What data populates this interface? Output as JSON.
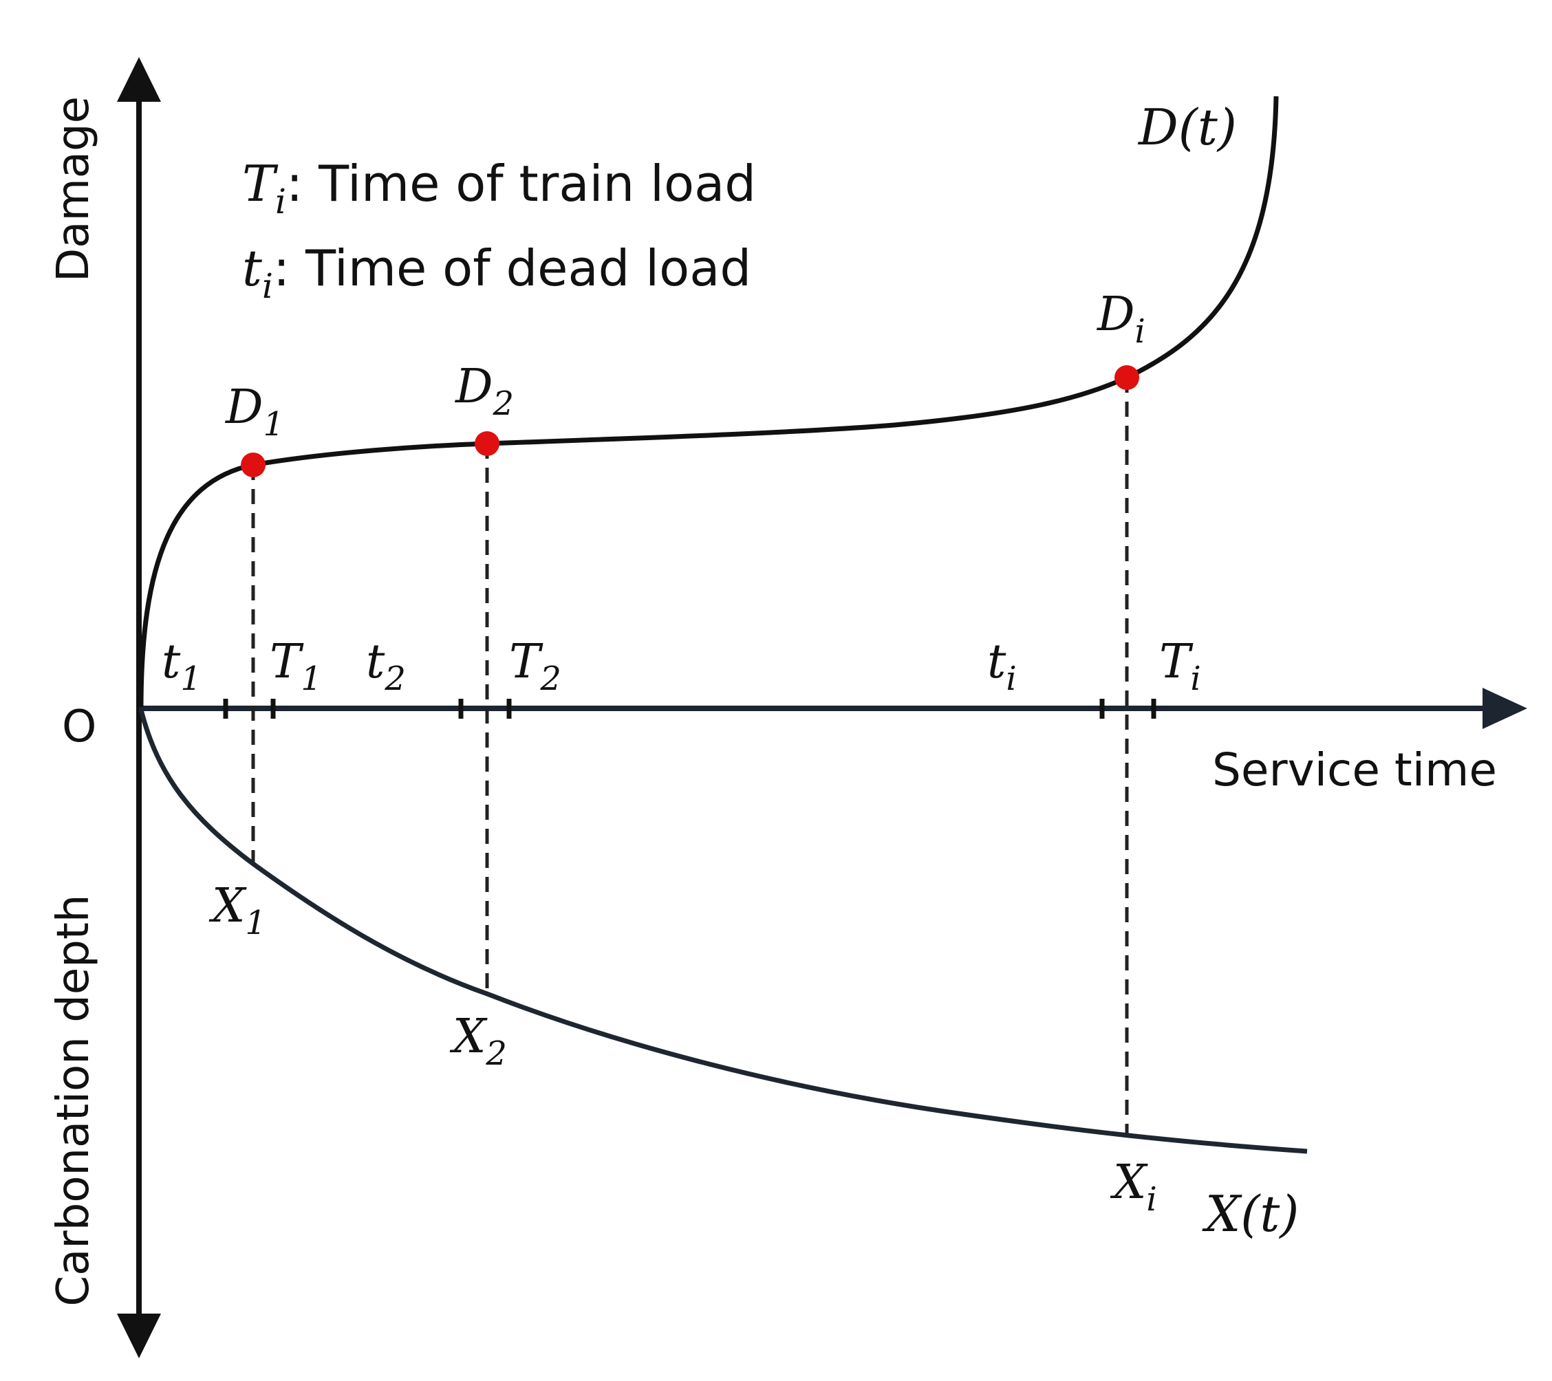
{
  "axes": {
    "origin_label": "O",
    "y_up_label": "Damage",
    "y_down_label": "Carbonation depth",
    "x_label": "Service time"
  },
  "legend": {
    "train": {
      "symbol": "T",
      "sub": "i",
      "text": ": Time of train load"
    },
    "dead": {
      "symbol": "t",
      "sub": "i",
      "text": ": Time of dead load"
    }
  },
  "curves": {
    "damage": {
      "name": "D",
      "arg": "(t)"
    },
    "carbonation": {
      "name": "X",
      "arg": "(t)"
    }
  },
  "damage_points": [
    {
      "symbol": "D",
      "sub": "1"
    },
    {
      "symbol": "D",
      "sub": "2"
    },
    {
      "symbol": "D",
      "sub": "i"
    }
  ],
  "depth_points": [
    {
      "symbol": "X",
      "sub": "1"
    },
    {
      "symbol": "X",
      "sub": "2"
    },
    {
      "symbol": "X",
      "sub": "i"
    }
  ],
  "time_marks": [
    {
      "dead": {
        "symbol": "t",
        "sub": "1"
      },
      "train": {
        "symbol": "T",
        "sub": "1"
      }
    },
    {
      "dead": {
        "symbol": "t",
        "sub": "2"
      },
      "train": {
        "symbol": "T",
        "sub": "2"
      }
    },
    {
      "dead": {
        "symbol": "t",
        "sub": "i"
      },
      "train": {
        "symbol": "T",
        "sub": "i"
      }
    }
  ],
  "colors": {
    "curve": "#111111",
    "axis": "#1a1a1a",
    "carbonation_curve": "#1e2630",
    "point": "#e01010"
  }
}
